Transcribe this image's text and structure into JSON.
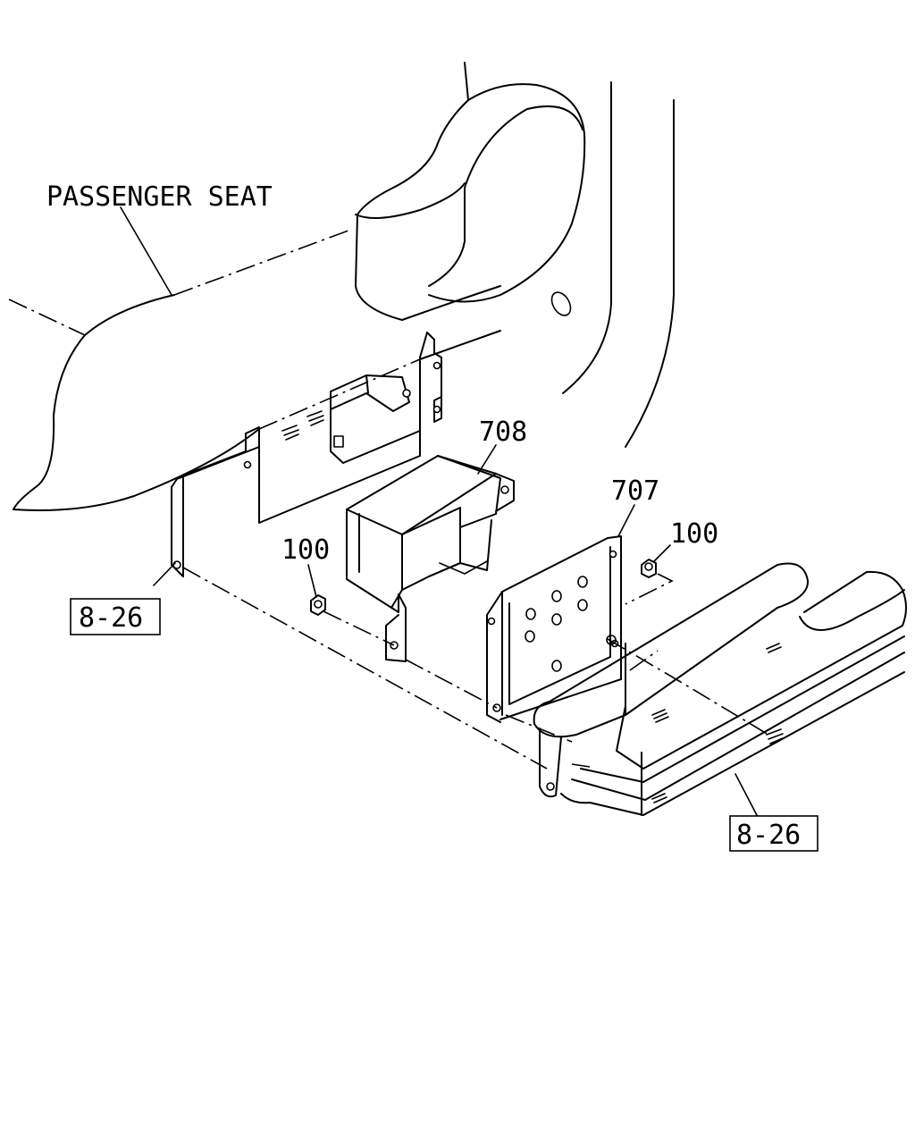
{
  "labels": {
    "passenger_seat": "PASSENGER SEAT",
    "part_708": "708",
    "part_707": "707",
    "part_100_left": "100",
    "part_100_right": "100",
    "ref_left": "8-26",
    "ref_right": "8-26"
  }
}
